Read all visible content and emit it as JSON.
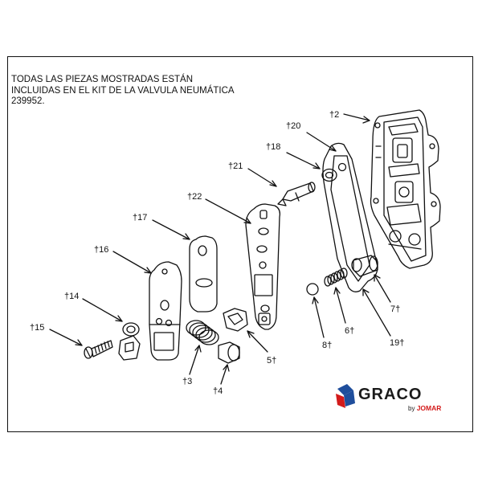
{
  "caption": {
    "line1": "TODAS LAS PIEZAS MOSTRADAS ESTÁN",
    "line2": "INCLUIDAS EN EL KIT DE LA VALVULA NEUMÁTICA",
    "line3": "239952."
  },
  "callouts": {
    "p2": "†2",
    "p20": "†20",
    "p18": "†18",
    "p21": "†21",
    "p22": "†22",
    "p17": "†17",
    "p16": "†16",
    "p14": "†14",
    "p15": "†15",
    "p3": "†3",
    "p4": "†4",
    "p5": "5†",
    "p8": "8†",
    "p6": "6†",
    "p19": "19†",
    "p7": "7†"
  },
  "logo": {
    "word": "GRACO",
    "by": "by",
    "brand": "JOMAR",
    "colors": {
      "mark_blue": "#1f4e9c",
      "mark_red": "#d31b1b",
      "brand_red": "#d31b1b"
    }
  }
}
